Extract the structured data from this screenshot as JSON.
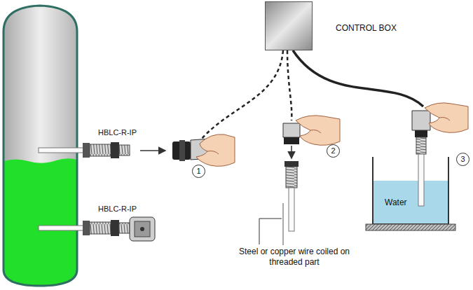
{
  "diagram": {
    "nodes": [
      {
        "text": [
          "CONTROL BOX"
        ]
      },
      {
        "text": [
          "Water"
        ]
      }
    ],
    "labels": [
      "HBLC-R-IP",
      "HBLC-R-IP",
      "1",
      "2",
      "3",
      "Steel or copper wire coiled on threaded part"
    ]
  }
}
